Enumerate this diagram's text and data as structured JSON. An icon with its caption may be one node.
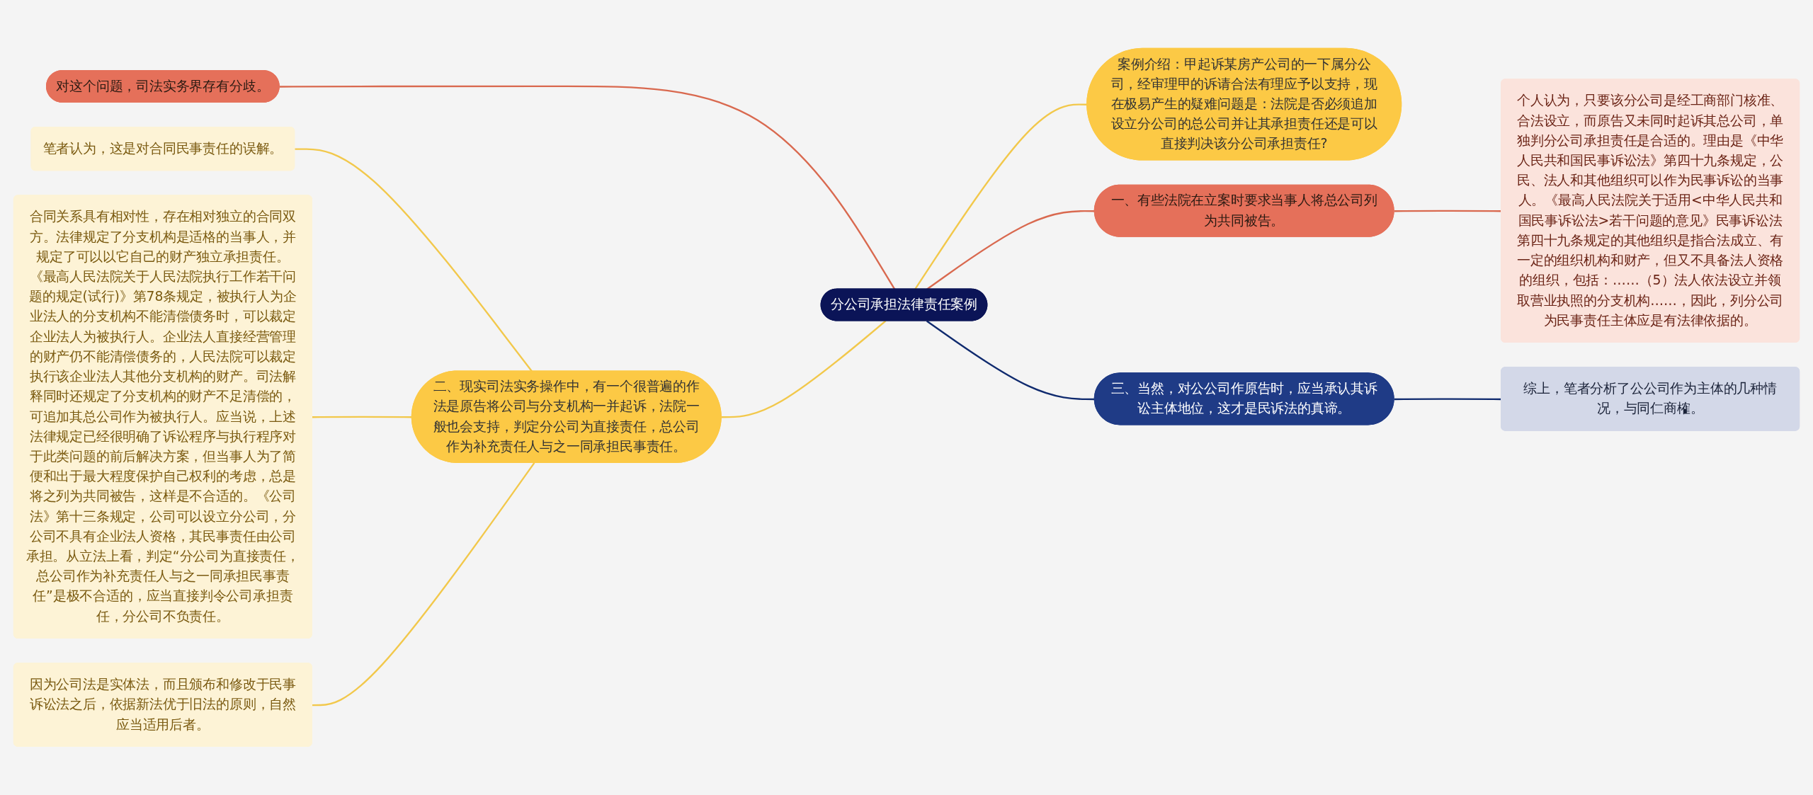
{
  "diagram": {
    "nodes": [
      {
        "text": [
          "分公司承担法律责任案例"
        ]
      },
      {
        "text": [
          "案例介绍：甲起诉某房产公司的一下属分公司，经审理甲的诉请合法有理应予以支持，现在极易产生的疑难问题是：法院是否必须追加设立分公司的总公司并让其承担责任还是可以直接判决该分公司承担责任?"
        ]
      },
      {
        "text": [
          "对这个问题，司法实务界存有分歧。"
        ]
      },
      {
        "text": [
          "一、有些法院在立案时要求当事人将总公司列为共同被告。"
        ]
      },
      {
        "text": [
          "个人认为，只要该分公司是经工商部门核准、合法设立，而原告又未同时起诉其总公司，单独判分公司承担责任是合适的。理由是《中华人民共和国民事诉讼法》第四十九条规定，公民、法人和其他组织可以作为民事诉讼的当事人。《最高人民法院关于适用<中华人民共和国民事诉讼法>若干问题的意见》民事诉讼法第四十九条规定的其他组织是指合法成立、有一定的组织机构和财产，但又不具备法人资格的组织，包括：……（5）法人依法设立并领取营业执照的分支机构……，因此，列分公司为民事责任主体应是有法律依据的。"
        ]
      },
      {
        "text": [
          "二、现实司法实务操作中，有一个很普遍的作法是原告将公司与分支机构一并起诉，法院一般也会支持，判定分公司为直接责任，总公司作为补充责任人与之一同承担民事责任。"
        ]
      },
      {
        "text": [
          "笔者认为，这是对合同民事责任的误解。"
        ]
      },
      {
        "text": [
          "合同关系具有相对性，存在相对独立的合同双方。法律规定了分支机构是适格的当事人，并规定了可以以它自己的财产独立承担责任。《最高人民法院关于人民法院执行工作若干问题的规定(试行)》第78条规定，被执行人为企业法人的分支机构不能清偿债务时，可以裁定企业法人为被执行人。企业法人直接经营管理的财产仍不能清偿债务的，人民法院可以裁定执行该企业法人其他分支机构的财产。司法解释同时还规定了分支机构的财产不足清偿的，可追加其总公司作为被执行人。应当说，上述法律规定已经很明确了诉讼程序与执行程序对于此类问题的前后解决方案，但当事人为了简便和出于最大程度保护自己权利的考虑，总是将之列为共同被告，这样是不合适的。《公司法》第十三条规定，公司可以设立分公司，分公司不具有企业法人资格，其民事责任由公司承担。从立法上看，判定“分公司为直接责任，总公司作为补充责任人与之一同承担民事责任”是极不合适的，应当直接判令公司承担责任，分公司不负责任。"
        ]
      },
      {
        "text": [
          "因为公司法是实体法，而且颁布和修改于民事诉讼法之后，依据新法优于旧法的原则，自然应当适用后者。"
        ]
      },
      {
        "text": [
          "三、当然，对公公司作原告时，应当承认其诉讼主体地位，这才是民诉法的真谛。"
        ]
      },
      {
        "text": [
          "综上，笔者分析了公公司作为主体的几种情况，与同仁商榷。"
        ]
      }
    ],
    "edges": [
      {
        "from": 0,
        "to": 1,
        "arrow": "none"
      },
      {
        "from": 0,
        "to": 2,
        "arrow": "none",
        "color": "#d9694f"
      },
      {
        "from": 0,
        "to": 3,
        "arrow": "none",
        "color": "#d9694f"
      },
      {
        "from": 3,
        "to": 4,
        "arrow": "none",
        "color": "#d9694f"
      },
      {
        "from": 0,
        "to": 5,
        "arrow": "none"
      },
      {
        "from": 5,
        "to": 6,
        "arrow": "none"
      },
      {
        "from": 5,
        "to": 7,
        "arrow": "none"
      },
      {
        "from": 5,
        "to": 8,
        "arrow": "none"
      },
      {
        "from": 0,
        "to": 9,
        "arrow": "none",
        "color": "#0f2a6e"
      },
      {
        "from": 9,
        "to": 10,
        "arrow": "none",
        "color": "#0f2a6e"
      }
    ]
  }
}
